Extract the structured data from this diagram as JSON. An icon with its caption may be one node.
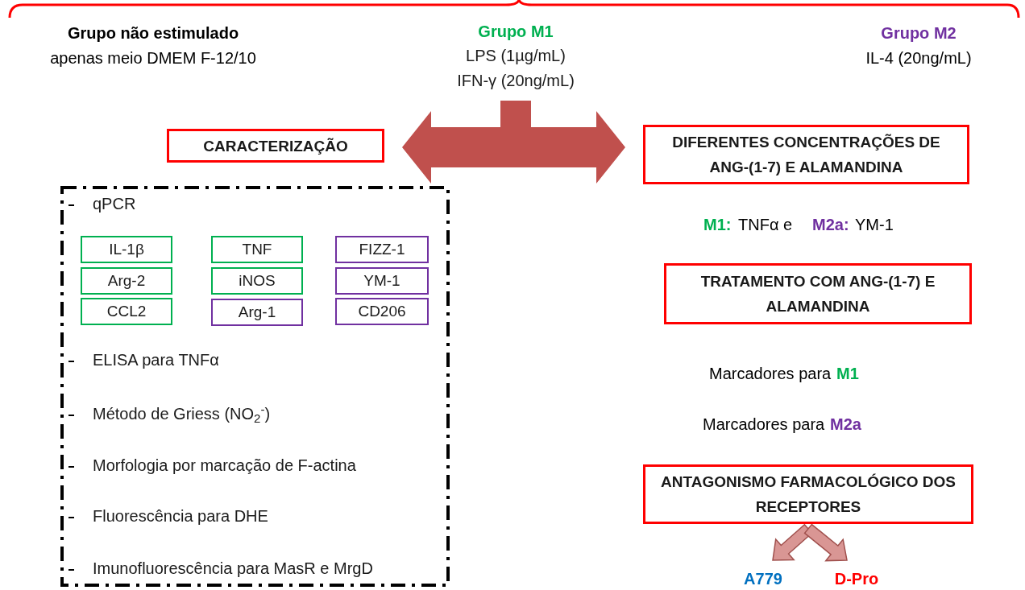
{
  "diagram": {
    "nodes": [
      {
        "text": [
          "Grupo M1",
          "LPS (1µg/mL) IFN-γ (20ng/mL)"
        ]
      },
      {
        "text": [
          "CARACTERIZAÇÃO"
        ]
      },
      {
        "text": [
          "DIFERENTES CONCENTRAÇÕES DE ANG-(1-7) E ALAMANDINA"
        ]
      },
      {
        "text": [
          "qPCR",
          "ELISA para TNFα",
          "Método de Griess (NO$_{2}$$^{-}$)",
          "Morfologia por marcação de F-actina",
          "Fluorescência  para DHE",
          "Imunofluorescência para MasR e MrgD"
        ]
      },
      {
        "text": [
          "IL-1β"
        ],
        "in": 3
      },
      {
        "text": [
          "TNF"
        ],
        "in": 3
      },
      {
        "text": [
          "FIZZ-1"
        ],
        "in": 3
      },
      {
        "text": [
          "Arg-2"
        ],
        "in": 3
      },
      {
        "text": [
          "iNOS"
        ],
        "in": 3
      },
      {
        "text": [
          "YM-1"
        ],
        "in": 3
      },
      {
        "text": [
          "CCL2"
        ],
        "in": 3
      },
      {
        "text": [
          "Arg-1"
        ],
        "in": 3
      },
      {
        "text": [
          "CD206"
        ],
        "in": 3
      },
      {
        "text": [
          "TRATAMENTO COM ANG-(1-7) E ALAMANDINA"
        ]
      },
      {
        "text": [
          "ANTAGONISMO FARMACOLÓGICO DOS RECEPTORES"
        ]
      },
      {
        "text": [
          "A779"
        ]
      },
      {
        "text": [
          "D-Pro"
        ]
      }
    ],
    "edges": [
      {
        "from": 0,
        "to": 1,
        "arrow": "to",
        "style": "thick",
        "color": "#c0504d"
      },
      {
        "from": 0,
        "to": 2,
        "arrow": "to",
        "style": "thick",
        "color": "#c0504d"
      },
      {
        "from": 14,
        "to": 15,
        "arrow": "to",
        "style": "thick",
        "color": "#d99694"
      },
      {
        "from": 14,
        "to": 16,
        "arrow": "to",
        "style": "thick",
        "color": "#d99694"
      }
    ],
    "labels": [
      "Grupo não estimulado",
      "apenas meio DMEM F-12/10",
      "Grupo M2",
      "IL-4 (20ng/mL)",
      "M1:",
      "TNFα e",
      "M2a:",
      "YM-1",
      "Marcadores para",
      "M1",
      "Marcadores para",
      "M2a"
    ]
  }
}
